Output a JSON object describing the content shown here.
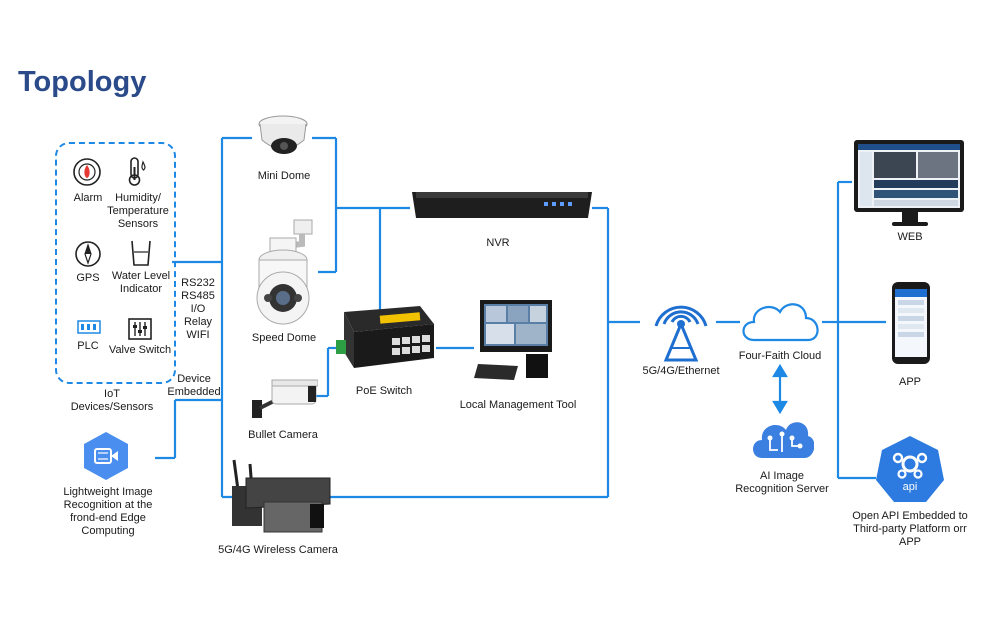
{
  "title": "Topology",
  "iot": {
    "items": {
      "alarm": "Alarm",
      "humidity": "Humidity/ Temperature Sensors",
      "gps": "GPS",
      "water": "Water Level Indicator",
      "plc": "PLC",
      "valve": "Valve Switch"
    },
    "group_label": "IoT Devices/Sensors"
  },
  "protocols": [
    "RS232",
    "RS485",
    "I/O",
    "Relay",
    "WIFI"
  ],
  "device_embedded": "Device Embedded",
  "edge": "Lightweight Image Recognition at the frond-end Edge Computing",
  "cameras": {
    "mini_dome": "Mini Dome",
    "speed_dome": "Speed Dome",
    "bullet": "Bullet Camera",
    "wireless": "5G/4G Wireless Camera"
  },
  "nvr": "NVR",
  "poe_switch": "PoE Switch",
  "local_tool": "Local Management Tool",
  "network": "5G/4G/Ethernet",
  "cloud": "Four-Faith Cloud",
  "ai_server": "AI Image Recognition Server",
  "web": "WEB",
  "app": "APP",
  "api_badge": "api",
  "api_label": "Open API Embedded to Third-party Platform orr APP",
  "colors": {
    "line": "#1e88e5",
    "title": "#2a4a8a",
    "accent": "#1565c0"
  }
}
